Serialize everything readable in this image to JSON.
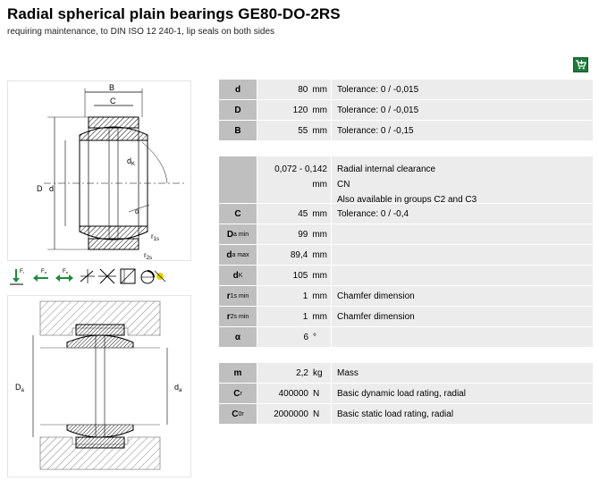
{
  "header": {
    "title": "Radial spherical plain bearings GE80-DO-2RS",
    "subtitle": "requiring maintenance, to DIN ISO 12 240-1, lip seals on both sides"
  },
  "icons": {
    "cart": "shopping-cart-icon"
  },
  "colors": {
    "symbol_cell": "#bfbfbf",
    "value_cell": "#ececec",
    "cart_bg": "#1e7a3a"
  },
  "drawing_top": {
    "B": "B",
    "C": "C",
    "dK": "d",
    "dK_sub": "K",
    "D": "D",
    "d": "d",
    "alpha": "α",
    "r1s": "r",
    "r1s_sub": "1s",
    "r2s": "r",
    "r2s_sub": "2s"
  },
  "symbols_labels": {
    "fr": "F",
    "fr_sub": "r",
    "fa1": "F",
    "fa1_sub": "a",
    "fa2": "F",
    "fa2_sub": "a"
  },
  "drawing_bottom": {
    "Da": "D",
    "Da_sub": "a",
    "da": "d",
    "da_sub": "a"
  },
  "groups": [
    {
      "rows": [
        {
          "symbol": "d",
          "sub": "",
          "value": "80",
          "unit": "mm",
          "desc": "Tolerance: 0 / -0,015"
        },
        {
          "symbol": "D",
          "sub": "",
          "value": "120",
          "unit": "mm",
          "desc": "Tolerance: 0 / -0,015"
        },
        {
          "symbol": "B",
          "sub": "",
          "value": "55",
          "unit": "mm",
          "desc": "Tolerance: 0 / -0,15"
        }
      ]
    },
    {
      "clearance": {
        "value": "0,072 - 0,142",
        "unit": "mm",
        "desc_lines": [
          "Radial internal clearance",
          "CN",
          "Also available in groups C2 and C3"
        ]
      },
      "rows": [
        {
          "symbol": "C",
          "sub": "",
          "value": "45",
          "unit": "mm",
          "desc": "Tolerance: 0 / -0,4"
        },
        {
          "symbol": "D",
          "sub": "a min",
          "value": "99",
          "unit": "mm",
          "desc": ""
        },
        {
          "symbol": "d",
          "sub": "a max",
          "value": "89,4",
          "unit": "mm",
          "desc": ""
        },
        {
          "symbol": "d",
          "sub": "K",
          "value": "105",
          "unit": "mm",
          "desc": ""
        },
        {
          "symbol": "r",
          "sub": "1s min",
          "value": "1",
          "unit": "mm",
          "desc": "Chamfer dimension"
        },
        {
          "symbol": "r",
          "sub": "2s min",
          "value": "1",
          "unit": "mm",
          "desc": "Chamfer dimension"
        },
        {
          "symbol": "α",
          "sub": "",
          "value": "6",
          "unit": "°",
          "desc": ""
        }
      ]
    },
    {
      "rows": [
        {
          "symbol": "m",
          "sub": "",
          "value": "2,2",
          "unit": "kg",
          "desc": "Mass"
        },
        {
          "symbol": "C",
          "sub": "r",
          "value": "400000",
          "unit": "N",
          "desc": "Basic dynamic load rating, radial"
        },
        {
          "symbol": "C",
          "sub": "0r",
          "value": "2000000",
          "unit": "N",
          "desc": "Basic static load rating, radial"
        }
      ]
    }
  ]
}
